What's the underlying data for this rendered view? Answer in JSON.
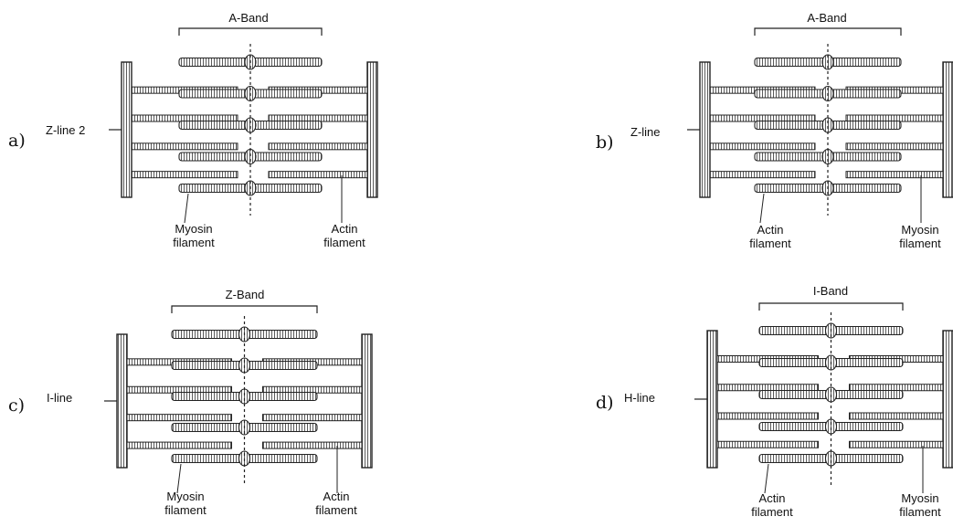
{
  "panels": [
    {
      "option": "a)",
      "band_label": "A-Band",
      "line_label": "Z-line 2",
      "bottom_left_label": [
        "Myosin",
        "filament"
      ],
      "bottom_right_label": [
        "Actin",
        "filament"
      ]
    },
    {
      "option": "b)",
      "band_label": "A-Band",
      "line_label": "Z-line",
      "bottom_left_label": [
        "Actin",
        "filament"
      ],
      "bottom_right_label": [
        "Myosin",
        "filament"
      ]
    },
    {
      "option": "c)",
      "band_label": "Z-Band",
      "line_label": "I-line",
      "bottom_left_label": [
        "Myosin",
        "filament"
      ],
      "bottom_right_label": [
        "Actin",
        "filament"
      ]
    },
    {
      "option": "d)",
      "band_label": "I-Band",
      "line_label": "H-line",
      "bottom_left_label": [
        "Actin",
        "filament"
      ],
      "bottom_right_label": [
        "Myosin",
        "filament"
      ]
    }
  ]
}
